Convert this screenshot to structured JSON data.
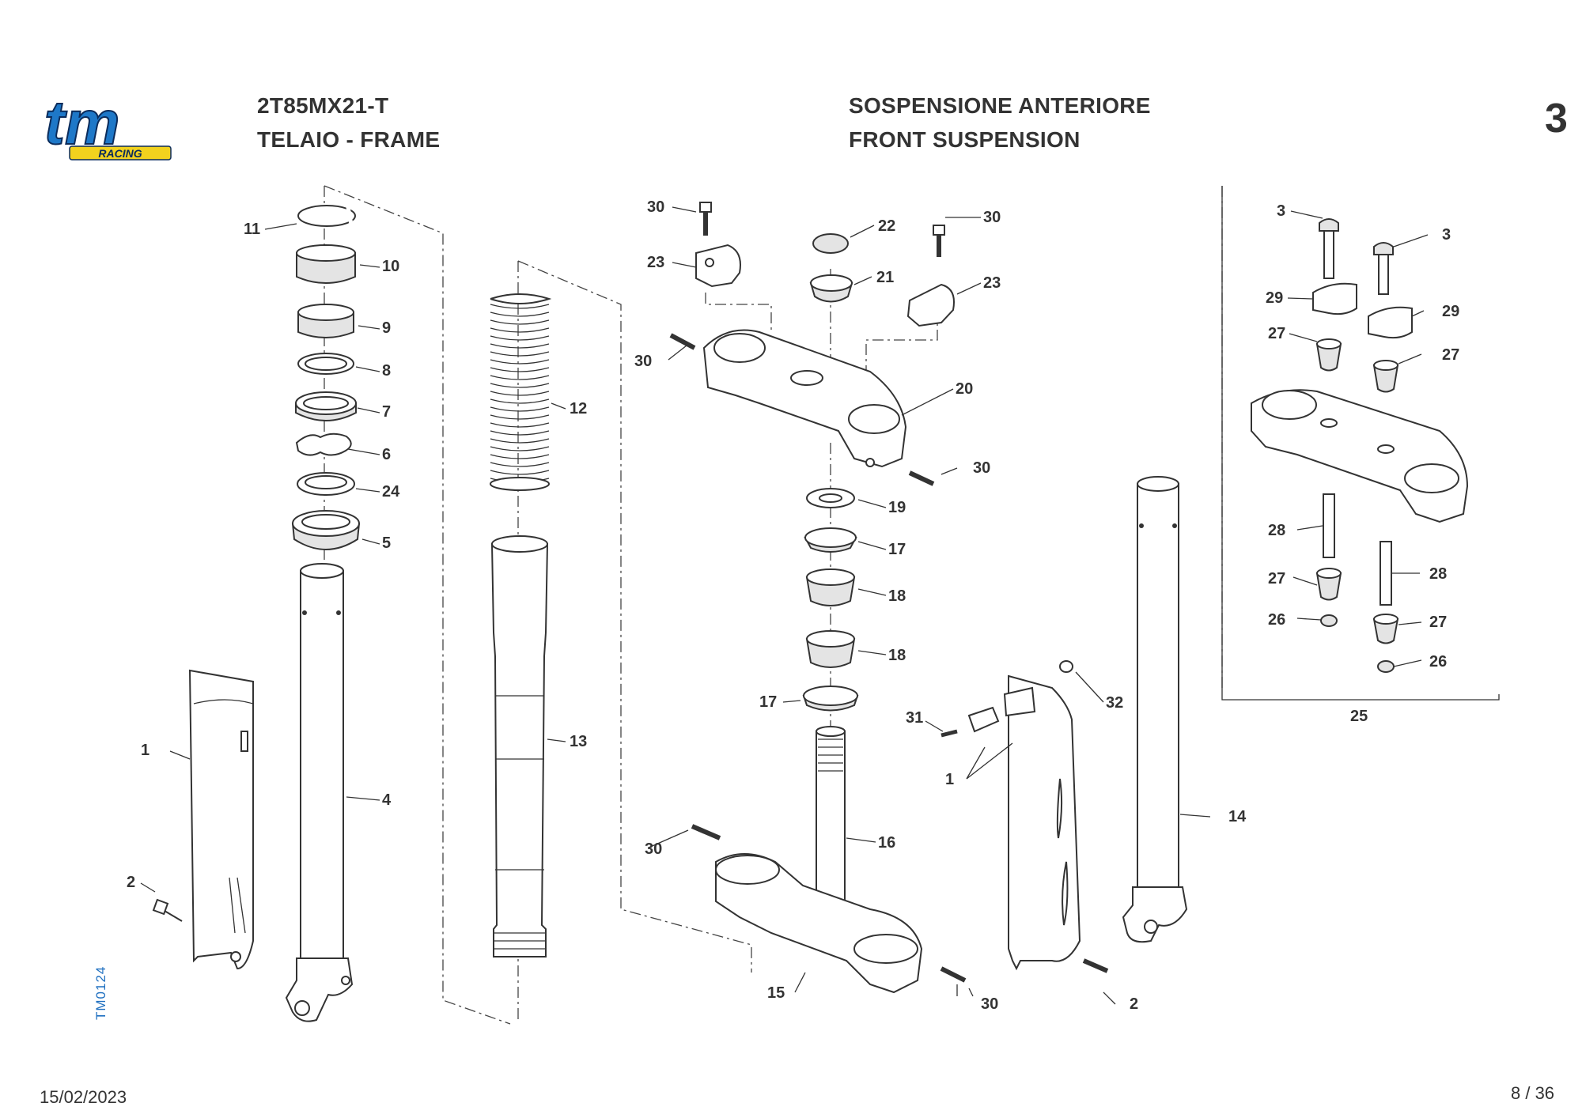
{
  "header": {
    "model_code": "2T85MX21-T",
    "group": "TELAIO - FRAME",
    "title_it": "SOSPENSIONE ANTERIORE",
    "title_en": "FRONT SUSPENSION",
    "section_number": "3"
  },
  "logo": {
    "brand": "tm",
    "subtitle": "RACING",
    "color_main": "#1e78c8",
    "color_accent": "#f2d21e"
  },
  "drawing_code": "TM0124",
  "footer": {
    "date": "15/02/2023",
    "page": "8 / 36"
  },
  "callouts": [
    {
      "id": "c11",
      "text": "11"
    },
    {
      "id": "c10",
      "text": "10"
    },
    {
      "id": "c9",
      "text": "9"
    },
    {
      "id": "c8",
      "text": "8"
    },
    {
      "id": "c7",
      "text": "7"
    },
    {
      "id": "c6",
      "text": "6"
    },
    {
      "id": "c24",
      "text": "24"
    },
    {
      "id": "c5",
      "text": "5"
    },
    {
      "id": "c12",
      "text": "12"
    },
    {
      "id": "c13",
      "text": "13"
    },
    {
      "id": "c1a",
      "text": "1"
    },
    {
      "id": "c4",
      "text": "4"
    },
    {
      "id": "c2a",
      "text": "2"
    },
    {
      "id": "c30a",
      "text": "30"
    },
    {
      "id": "c23a",
      "text": "23"
    },
    {
      "id": "c30b",
      "text": "30"
    },
    {
      "id": "c22",
      "text": "22"
    },
    {
      "id": "c21",
      "text": "21"
    },
    {
      "id": "c30c",
      "text": "30"
    },
    {
      "id": "c23b",
      "text": "23"
    },
    {
      "id": "c20",
      "text": "20"
    },
    {
      "id": "c30d",
      "text": "30"
    },
    {
      "id": "c19",
      "text": "19"
    },
    {
      "id": "c17a",
      "text": "17"
    },
    {
      "id": "c18a",
      "text": "18"
    },
    {
      "id": "c18b",
      "text": "18"
    },
    {
      "id": "c17b",
      "text": "17"
    },
    {
      "id": "c31",
      "text": "31"
    },
    {
      "id": "c32",
      "text": "32"
    },
    {
      "id": "c1b",
      "text": "1"
    },
    {
      "id": "c16",
      "text": "16"
    },
    {
      "id": "c30e",
      "text": "30"
    },
    {
      "id": "c15",
      "text": "15"
    },
    {
      "id": "c30f",
      "text": "30"
    },
    {
      "id": "c2b",
      "text": "2"
    },
    {
      "id": "c14",
      "text": "14"
    },
    {
      "id": "c3a",
      "text": "3"
    },
    {
      "id": "c3b",
      "text": "3"
    },
    {
      "id": "c29a",
      "text": "29"
    },
    {
      "id": "c29b",
      "text": "29"
    },
    {
      "id": "c27a",
      "text": "27"
    },
    {
      "id": "c27b",
      "text": "27"
    },
    {
      "id": "c28a",
      "text": "28"
    },
    {
      "id": "c28b",
      "text": "28"
    },
    {
      "id": "c27c",
      "text": "27"
    },
    {
      "id": "c27d",
      "text": "27"
    },
    {
      "id": "c26a",
      "text": "26"
    },
    {
      "id": "c26b",
      "text": "26"
    },
    {
      "id": "c25",
      "text": "25"
    }
  ]
}
